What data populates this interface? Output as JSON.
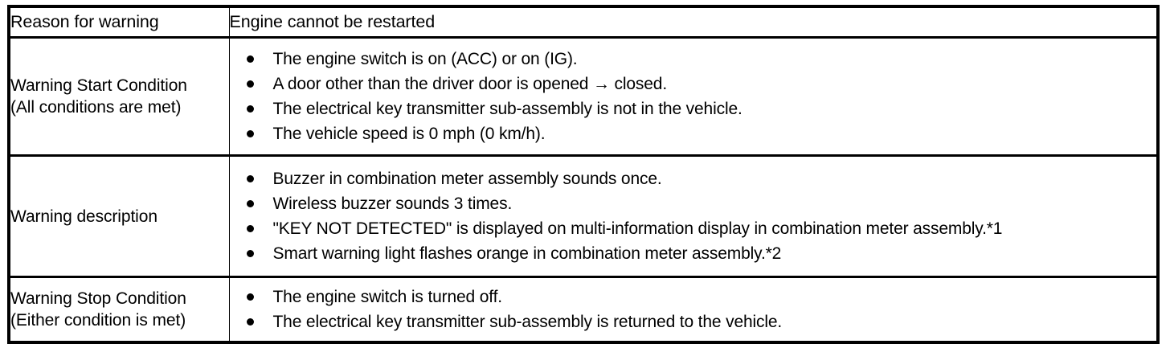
{
  "table": {
    "header": {
      "label": "Reason for warning",
      "value": "Engine cannot be restarted"
    },
    "rows": [
      {
        "label": "Warning Start Condition\n(All conditions are met)",
        "bullets": [
          "The engine switch is on (ACC) or on (IG).",
          "A door other than the driver door is opened → closed.",
          "The electrical key transmitter sub-assembly is not in the vehicle.",
          "The vehicle speed is 0 mph (0 km/h)."
        ]
      },
      {
        "label": "Warning description",
        "bullets": [
          "Buzzer in combination meter assembly sounds once.",
          "Wireless buzzer sounds 3 times.",
          "\"KEY NOT DETECTED\" is displayed on multi-information display in combination meter assembly.*1",
          "Smart warning light flashes orange in combination meter assembly.*2"
        ]
      },
      {
        "label": "Warning Stop Condition\n(Either condition is met)",
        "bullets": [
          "The engine switch is turned off.",
          "The electrical key transmitter sub-assembly is returned to the vehicle."
        ]
      }
    ]
  },
  "colors": {
    "border": "#000000",
    "text": "#000000",
    "background": "#ffffff"
  }
}
